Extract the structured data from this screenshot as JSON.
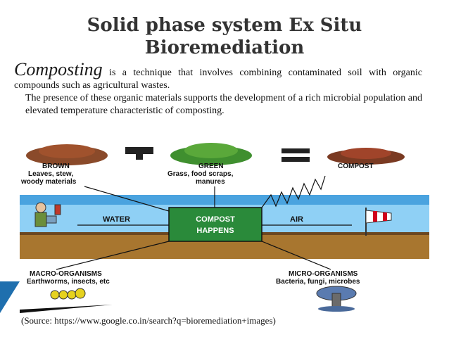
{
  "title": {
    "line1": "Solid phase system Ex Situ",
    "line2": "Bioremediation"
  },
  "intro": {
    "term": "Composting",
    "sentence1_rest": " is a technique that involves combining contaminated soil with organic compounds such as  agricultural wastes.",
    "sentence2": "The presence of these organic materials supports the development of a rich microbial population and elevated temperature characteristic of composting."
  },
  "diagram": {
    "brown": {
      "title": "BROWN",
      "line1": "Leaves, stew,",
      "line2": "woody materials"
    },
    "green": {
      "title": "GREEN",
      "line1": "Grass, food scraps,",
      "line2": "manures"
    },
    "compost": "COMPOST",
    "water": "WATER",
    "air": "AIR",
    "center": {
      "line1": "COMPOST",
      "line2": "HAPPENS"
    },
    "macro": {
      "title": "MACRO-ORGANISMS",
      "desc": "Earthworms, insects, etc"
    },
    "micro": {
      "title": "MICRO-ORGANISMS",
      "desc": "Bacteria, fungi, microbes"
    },
    "colors": {
      "water": "#4aa3df",
      "ground": "#a8762f",
      "center_box": "#2a8a3a",
      "piles_brown": "#8a4a2a",
      "piles_green": "#3f8f2f"
    }
  },
  "source": "(Source: https://www.google.co.in/search?q=bioremediation+images)"
}
